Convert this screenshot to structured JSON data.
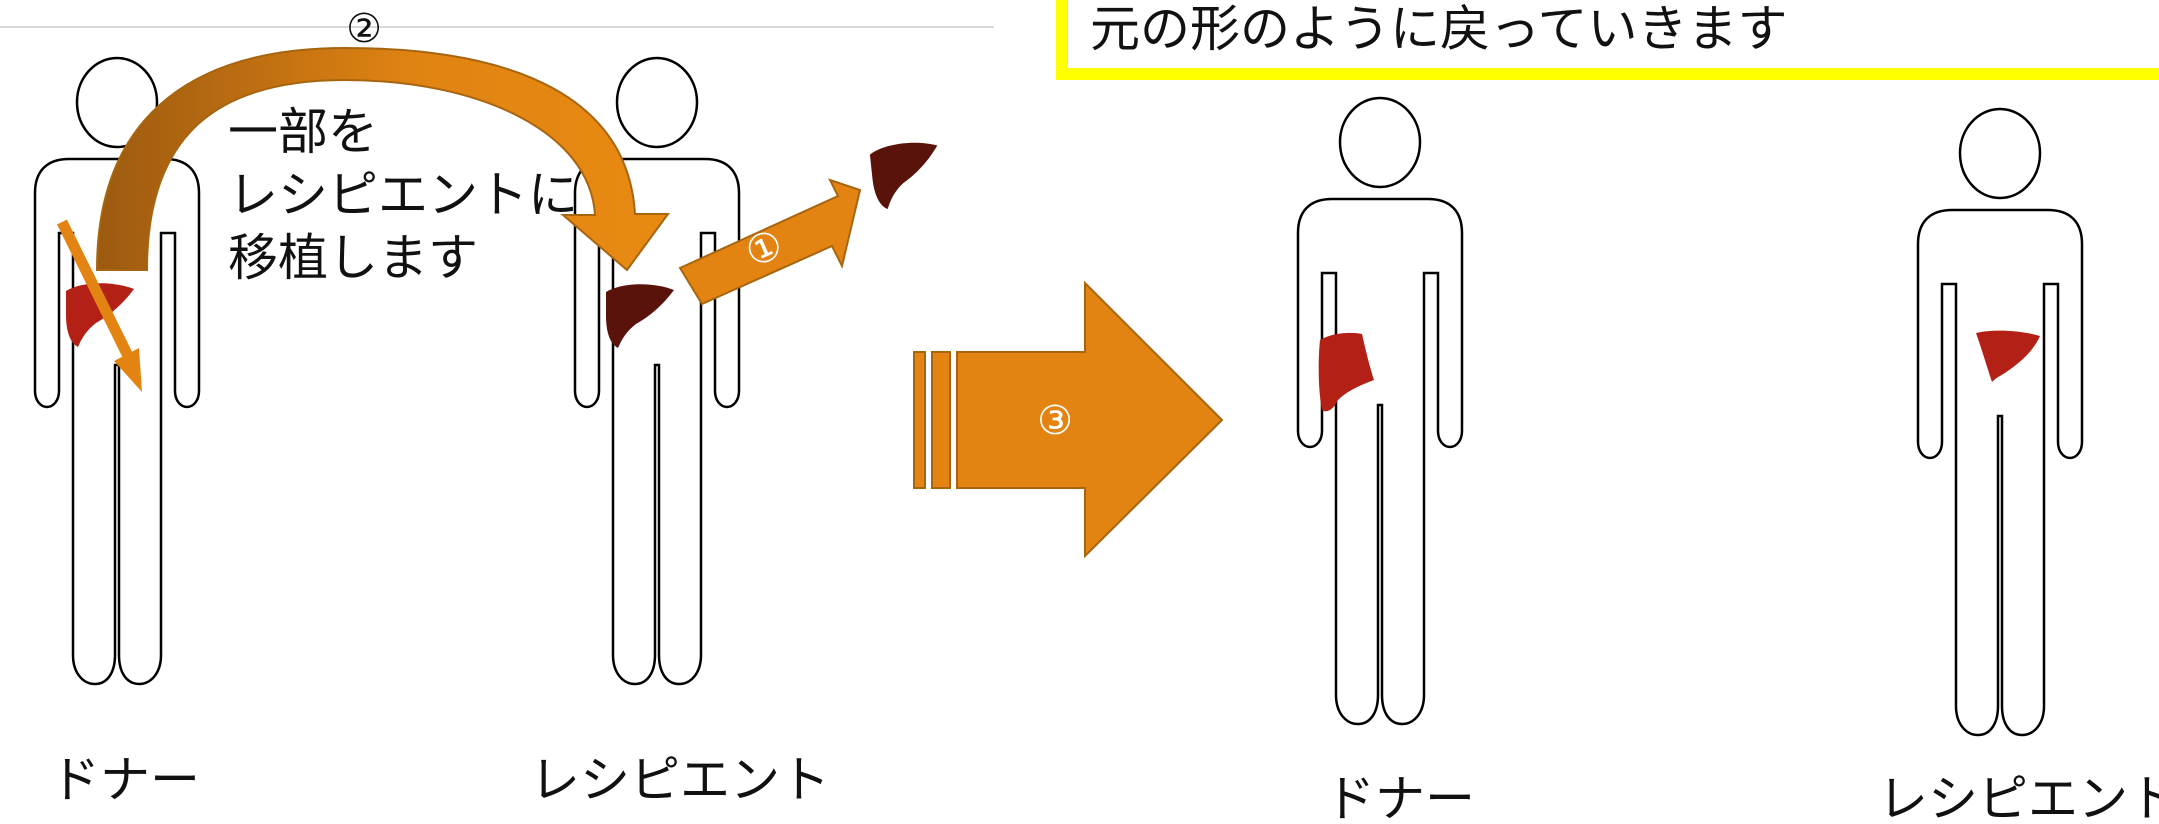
{
  "banner": {
    "text": "元の形のように戻っていきます",
    "border_color": "#ffff00"
  },
  "transfer_note": {
    "lines": [
      "一部を",
      "レシピエントに",
      "移植します"
    ]
  },
  "steps": {
    "step1": "①",
    "step2": "②",
    "step3": "③"
  },
  "before": {
    "donor_label": "ドナー",
    "recipient_label": "レシピエント"
  },
  "after": {
    "donor_label": "ドナー",
    "recipient_label": "レシピエント"
  },
  "colors": {
    "arrow": "#e38412",
    "arrow_dark": "#a25f12",
    "arrow_stroke": "#b36a10",
    "liver_healthy": "#b32016",
    "liver_diseased": "#5a130b",
    "figure_outline": "#000000"
  },
  "icons": {
    "person": "person-outline-icon",
    "liver": "liver-icon",
    "arrow": "arrow-icon"
  }
}
